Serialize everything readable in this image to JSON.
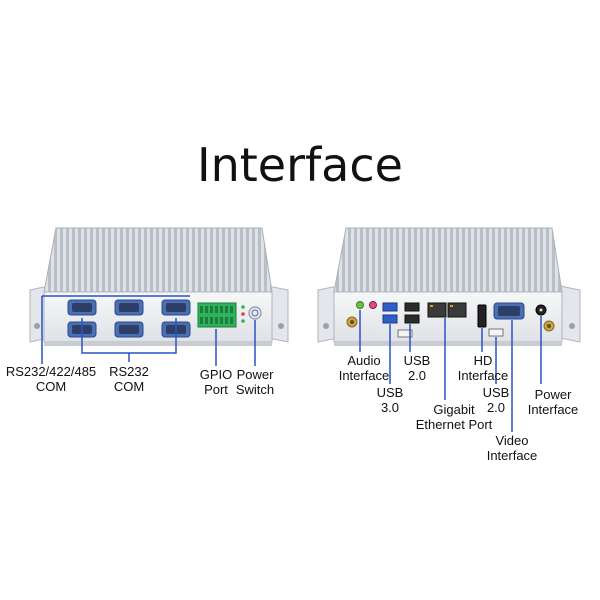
{
  "title": "Interface",
  "front_panel": {
    "labels": {
      "rs232_422_485_com": [
        "RS232/422/485",
        "COM"
      ],
      "rs232_com": [
        "RS232",
        "COM"
      ],
      "gpio_port": [
        "GPIO",
        "Port"
      ],
      "power_switch": [
        "Power",
        "Switch"
      ]
    }
  },
  "rear_panel": {
    "labels": {
      "audio_interface": [
        "Audio",
        "Interface"
      ],
      "usb_3_0": [
        "USB",
        "3.0"
      ],
      "usb_2_0_left": [
        "USB",
        "2.0"
      ],
      "gigabit_ethernet_port": [
        "Gigabit",
        "Ethernet Port"
      ],
      "hd_interface": [
        "HD",
        "Interface"
      ],
      "usb_2_0_right": [
        "USB",
        "2.0"
      ],
      "video_interface": [
        "Video",
        "Interface"
      ],
      "power_interface": [
        "Power",
        "Interface"
      ]
    }
  },
  "colors": {
    "callout_line": "#2a52c9",
    "chassis": "#e9ecef",
    "fins": "#c9ced4",
    "gpio_green": "#2fb35a",
    "db9_blue": "#4a6fb5"
  }
}
